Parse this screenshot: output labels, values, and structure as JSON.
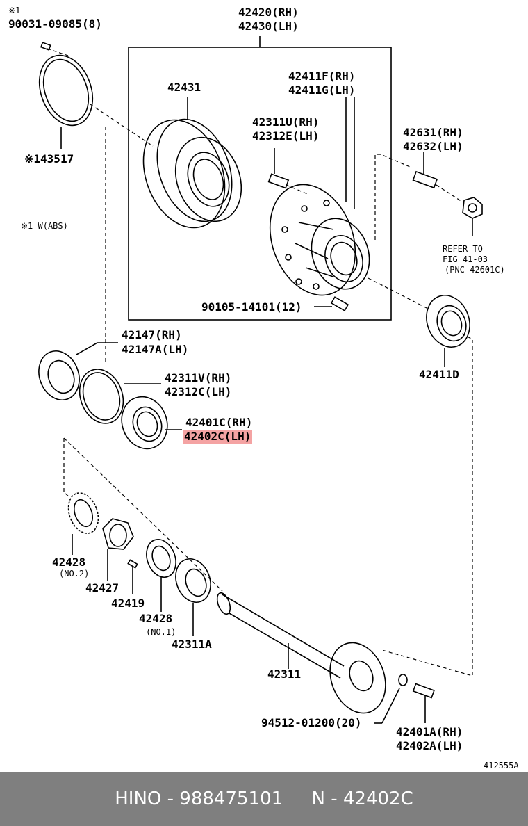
{
  "labels": {
    "l_900310": "※1",
    "l_900311": "90031-09085(8)",
    "l_143517": "※143517",
    "l_abs": "※1 W(ABS)",
    "l_42420": "42420(RH)",
    "l_42430": "42430(LH)",
    "l_42431": "42431",
    "l_42411f": "42411F(RH)",
    "l_42411g": "42411G(LH)",
    "l_42311u": "42311U(RH)",
    "l_42312e": "42312E(LH)",
    "l_42631": "42631(RH)",
    "l_42632": "42632(LH)",
    "l_refer1": "REFER TO",
    "l_refer2": "FIG 41-03",
    "l_refer3": "(PNC 42601C)",
    "l_90105": "90105-14101(12)",
    "l_42411d": "42411D",
    "l_42147": "42147(RH)",
    "l_42147a": "42147A(LH)",
    "l_42311v": "42311V(RH)",
    "l_42312c": "42312C(LH)",
    "l_42401c": "42401C(RH)",
    "l_42402c": "42402C(LH)",
    "l_42428a": "42428",
    "l_no2": "(NO.2)",
    "l_42427": "42427",
    "l_42419": "42419",
    "l_42428b": "42428",
    "l_no1": "(NO.1)",
    "l_42311a": "42311A",
    "l_42311": "42311",
    "l_94512": "94512-01200(20)",
    "l_42401a": "42401A(RH)",
    "l_42402a": "42402A(LH)",
    "l_fig": "412555A"
  },
  "footer": {
    "left": "HINO - 988475101",
    "right": "N - 42402C"
  },
  "highlight_color": "#f4a3a3",
  "footer_bg": "#7f7f7f"
}
